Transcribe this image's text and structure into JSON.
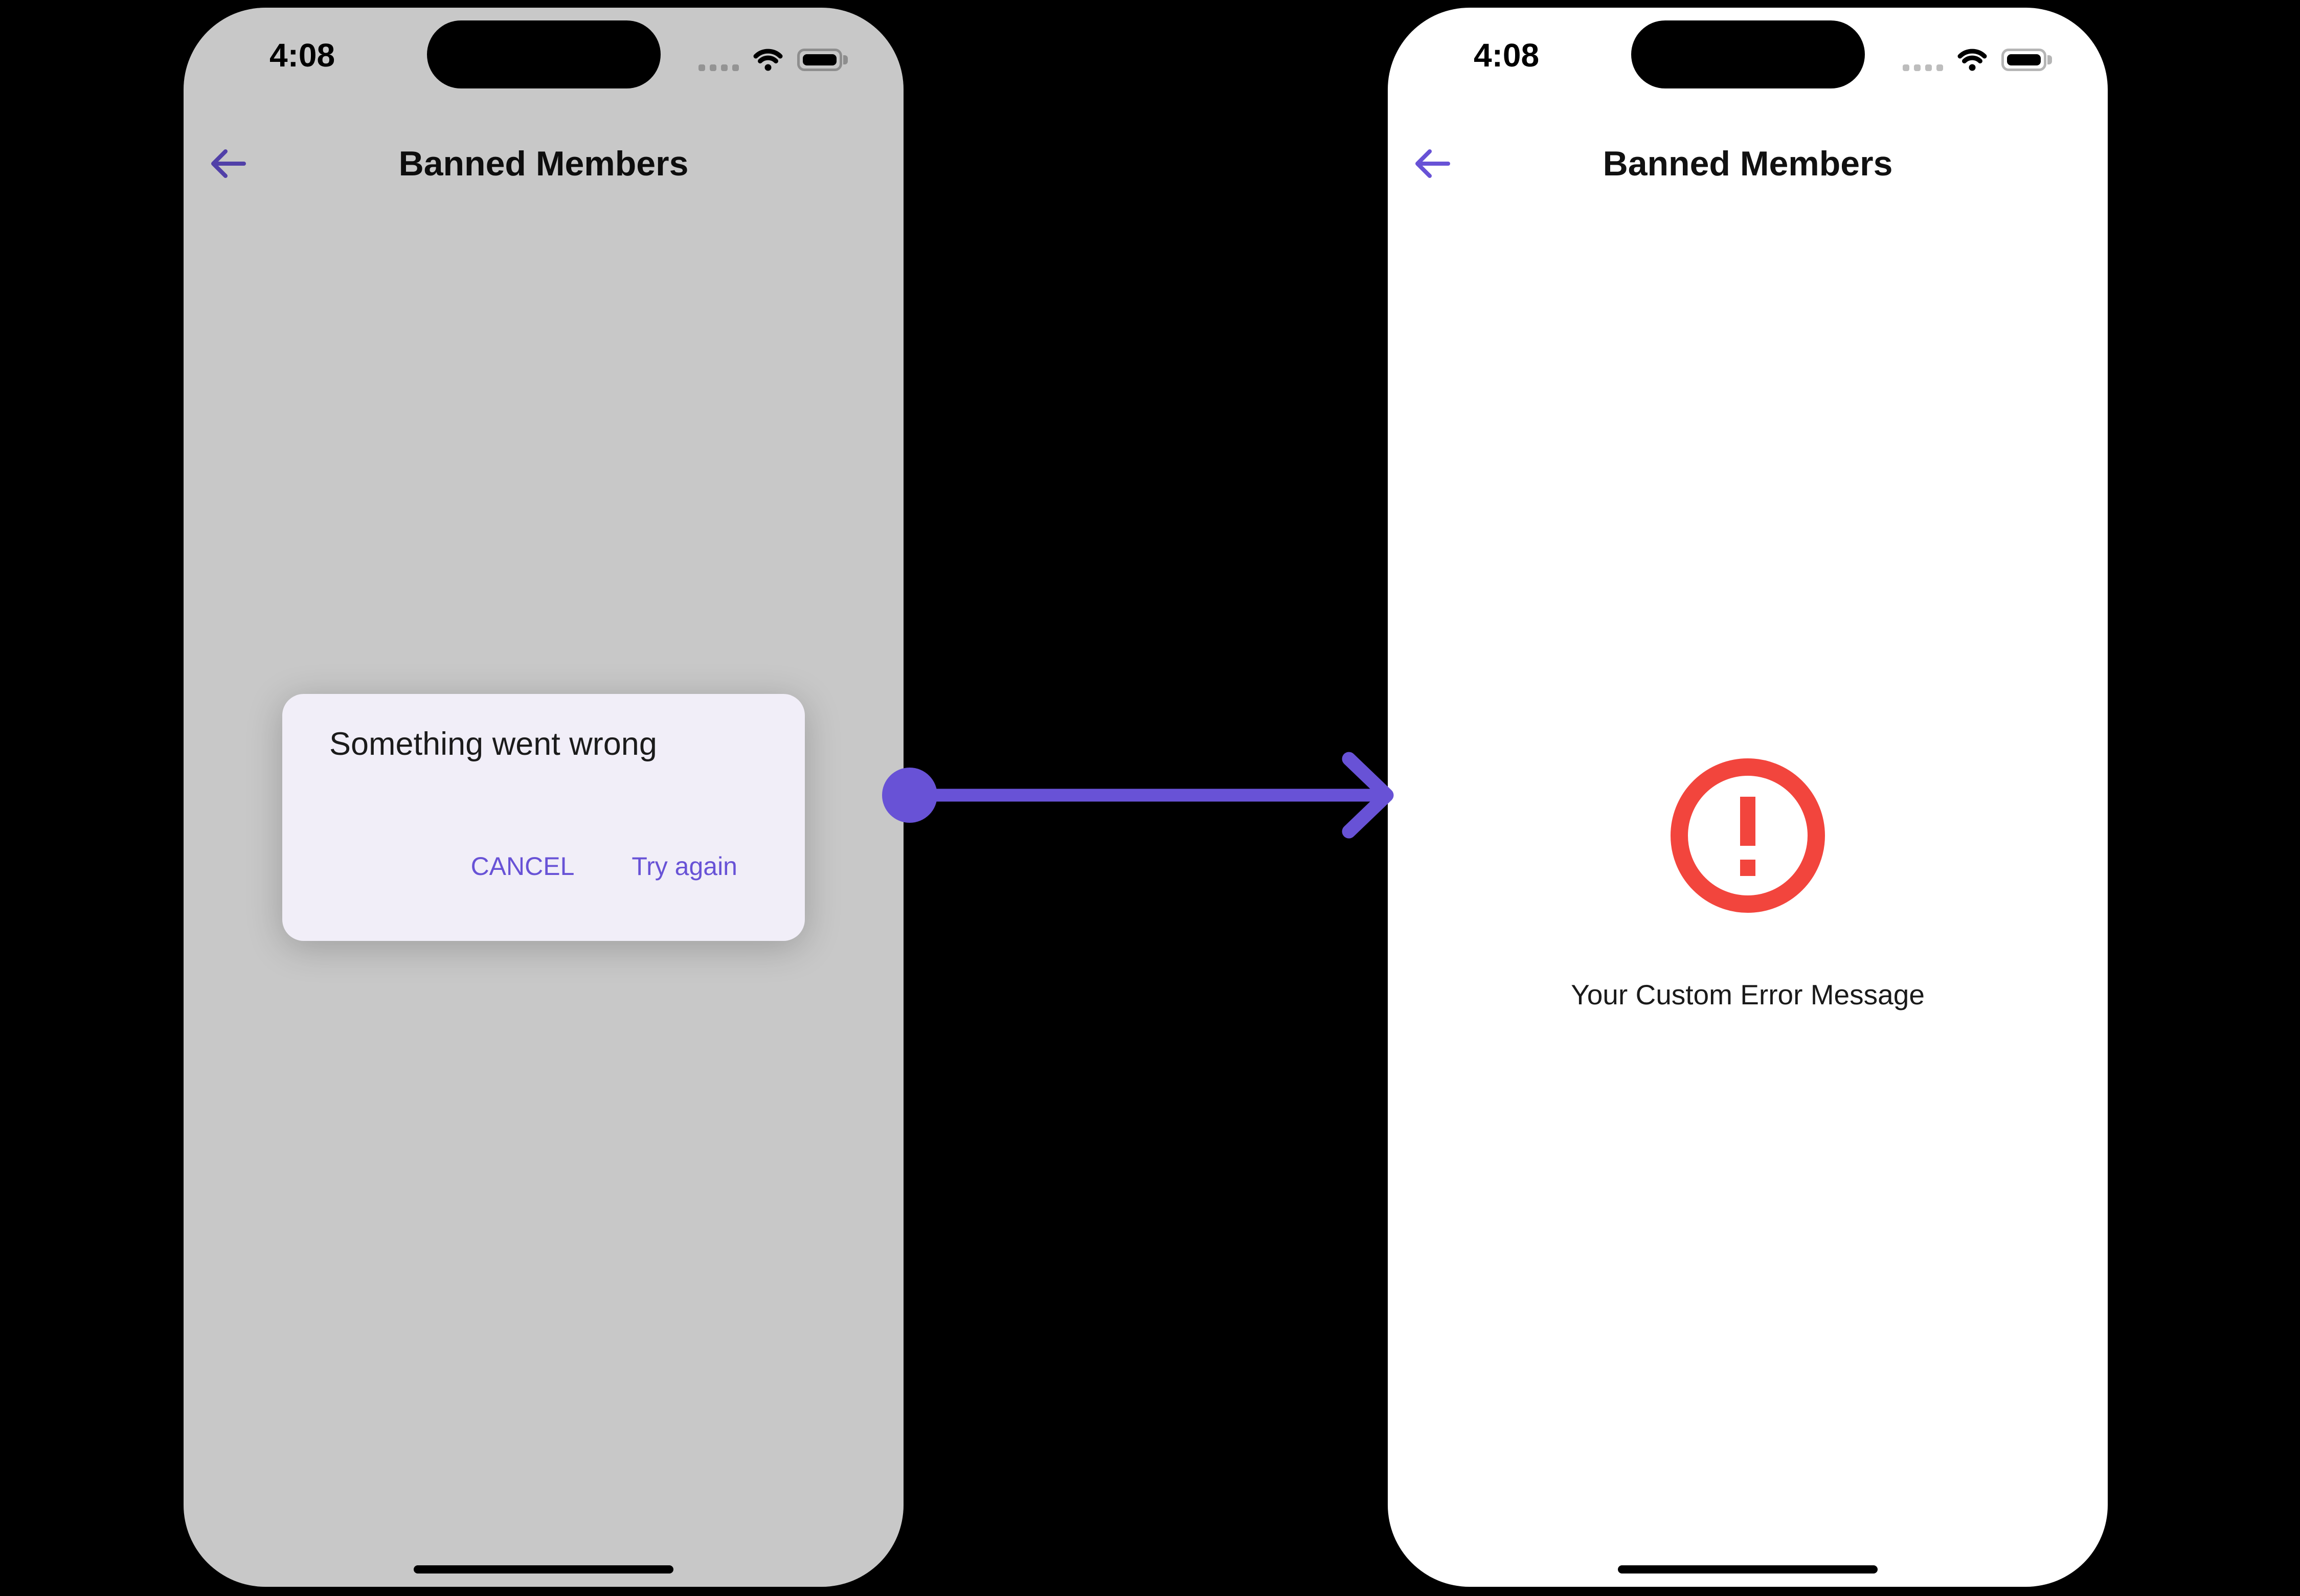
{
  "colors": {
    "accent": "#6852D6",
    "error": "#F2453D",
    "dialog-bg": "#F1EEF8",
    "phone-bg": "#FFFFFF",
    "canvas-bg": "#000000",
    "dim-overlay": "rgba(0,0,0,0.215)",
    "muted-icon": "#BDBDBD"
  },
  "status_bar": {
    "time": "4:08",
    "icons": [
      "cellular-signal-icon",
      "wifi-icon",
      "battery-icon"
    ]
  },
  "left_phone": {
    "header": {
      "back_icon": "back-arrow-icon",
      "title": "Banned Members"
    },
    "dialog": {
      "title": "Something went wrong",
      "actions": [
        {
          "label": "CANCEL"
        },
        {
          "label": "Try again"
        }
      ]
    }
  },
  "right_phone": {
    "header": {
      "back_icon": "back-arrow-icon",
      "title": "Banned Members"
    },
    "error_state": {
      "icon": "error-exclamation-circle-icon",
      "message": "Your Custom Error Message"
    }
  },
  "connector": {
    "direction": "right"
  }
}
